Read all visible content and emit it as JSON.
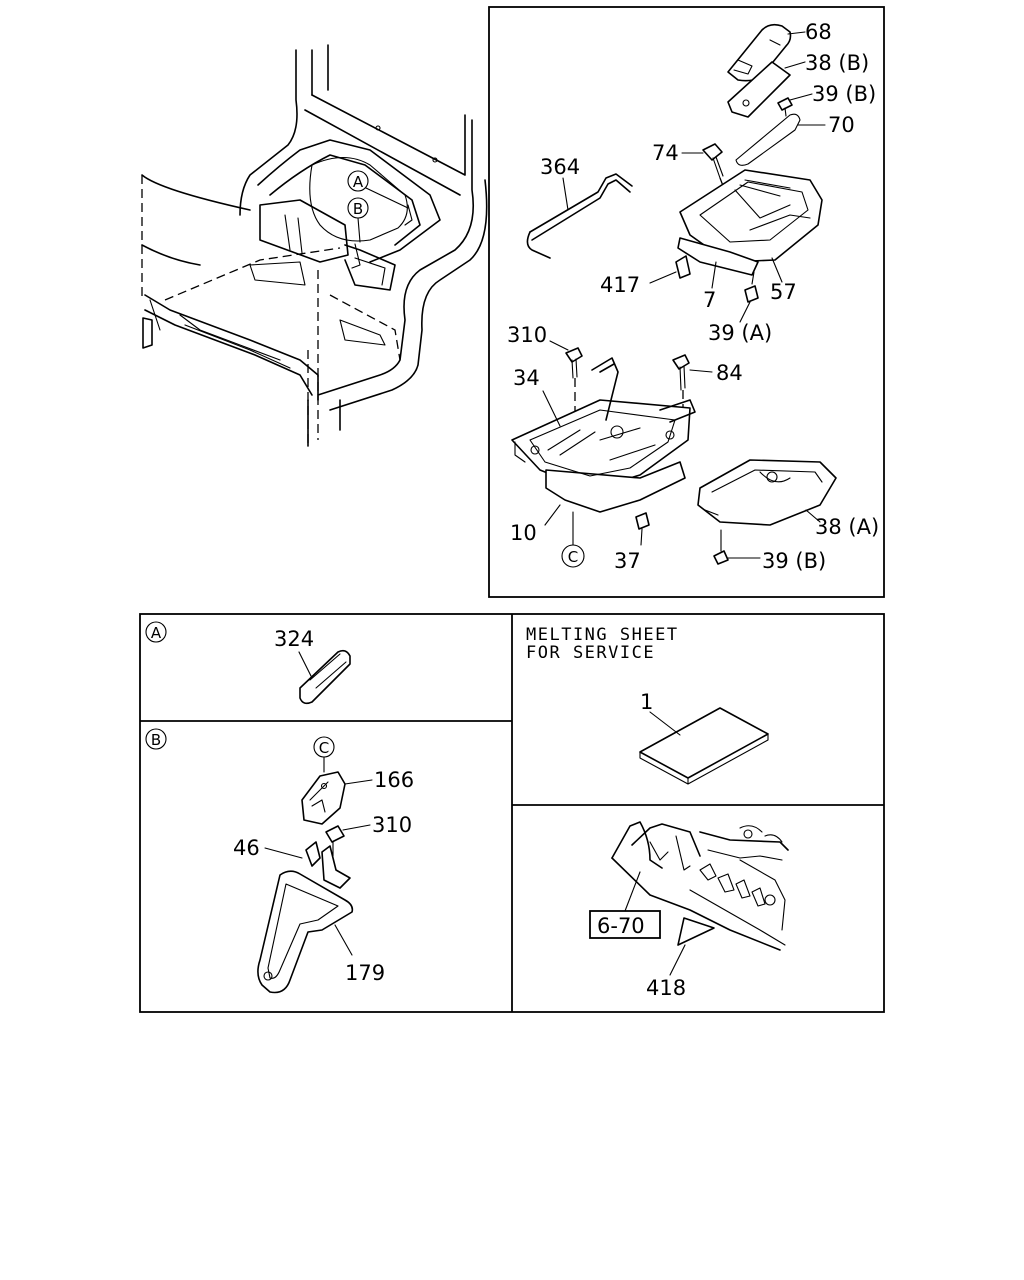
{
  "callouts": {
    "c68": "68",
    "c38b_top": "38 (B)",
    "c39b_top": "39 (B)",
    "c70": "70",
    "c74": "74",
    "c364": "364",
    "c417": "417",
    "c7": "7",
    "c57": "57",
    "c39a": "39 (A)",
    "c310_main": "310",
    "c84": "84",
    "c34": "34",
    "c10": "10",
    "c37": "37",
    "c38a": "38 (A)",
    "c39b_bottom": "39 (B)",
    "c324": "324",
    "c166": "166",
    "c310_detail": "310",
    "c46": "46",
    "c179": "179",
    "c1": "1",
    "c418": "418",
    "ref_box": "6-70"
  },
  "markers": {
    "a": "A",
    "b": "B",
    "c": "C"
  },
  "note": {
    "line1": "MELTING SHEET",
    "line2": "FOR SERVICE"
  },
  "icons": {
    "truck_floor": "truck-cab-floor-icon",
    "tray": "battery-tray-icon",
    "cover": "tray-cover-icon",
    "clip": "clip-icon",
    "bracket": "bracket-icon",
    "sheet": "melting-sheet-icon"
  }
}
